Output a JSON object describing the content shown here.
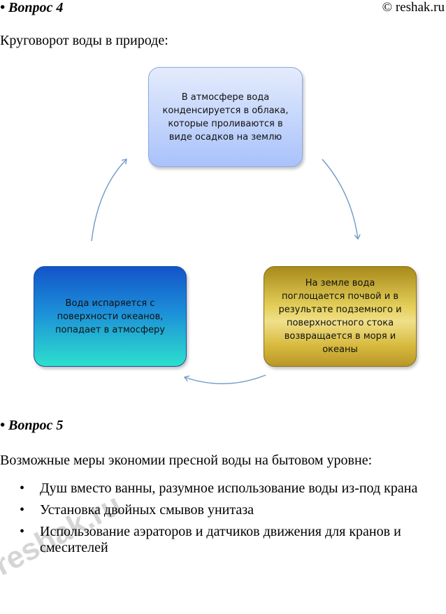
{
  "header": {
    "bullet": "•",
    "q4_title": "Вопрос 4",
    "copyright": "© reshak.ru"
  },
  "intro": "Круговорот воды в природе:",
  "cycle": {
    "top": "В атмосфере вода конденсируется в облака, которые проливаются в виде осадков на землю",
    "right": "На земле вода поглощается почвой и в результате подземного и поверхностного стока возвращается в моря и океаны",
    "left": "Вода испаряется с поверхности океанов, попадает в атмосферу",
    "arrow_color": "#6f98c9"
  },
  "q5": {
    "title": "Вопрос 5",
    "intro": "Возможные меры экономии пресной воды на бытовом уровне:",
    "items": [
      "Душ вместо ванны, разумное использование воды из-под крана",
      "Установка двойных смывов унитаза",
      "Использование аэраторов и датчиков движения для кранов и смесителей"
    ]
  },
  "watermark": "reshak.ru"
}
